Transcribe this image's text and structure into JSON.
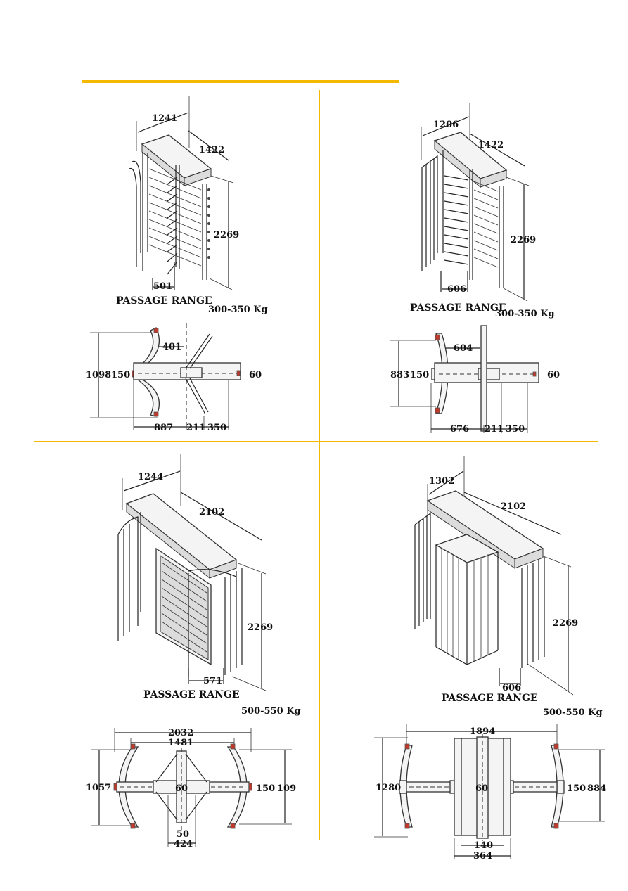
{
  "colors": {
    "accent": "#f5b800",
    "line": "#222222"
  },
  "panels": [
    {
      "iso": {
        "depth": "1241",
        "width": "1422",
        "height": "2269",
        "passage": "501"
      },
      "passage_label": "PASSAGE RANGE",
      "weight": "300-350 Kg",
      "plan": {
        "span": "1098",
        "post": "150",
        "beam": "60",
        "arc": "401",
        "a": "887",
        "b": "211",
        "c": "350"
      }
    },
    {
      "iso": {
        "depth": "1206",
        "width": "1422",
        "height": "2269",
        "passage": "606"
      },
      "passage_label": "PASSAGE RANGE",
      "weight": "300-350 Kg",
      "plan": {
        "span": "883",
        "post": "150",
        "beam": "60",
        "arc": "604",
        "a": "676",
        "b": "211",
        "c": "350"
      }
    },
    {
      "iso": {
        "depth": "1244",
        "width": "2102",
        "height": "2269",
        "passage": "571"
      },
      "passage_label": "PASSAGE RANGE",
      "weight": "500-550 Kg",
      "plan": {
        "overall": "2032",
        "inner": "1481",
        "left": "1057",
        "beam": "60",
        "post": "150",
        "right": "109",
        "bottom1": "50",
        "bottom2": "424"
      }
    },
    {
      "iso": {
        "depth": "1302",
        "width": "2102",
        "height": "2269",
        "passage": "606"
      },
      "passage_label": "PASSAGE RANGE",
      "weight": "500-550 Kg",
      "plan": {
        "overall": "1894",
        "left": "1280",
        "beam": "60",
        "post": "150",
        "right": "884",
        "bottom1": "140",
        "bottom2": "364"
      }
    }
  ]
}
